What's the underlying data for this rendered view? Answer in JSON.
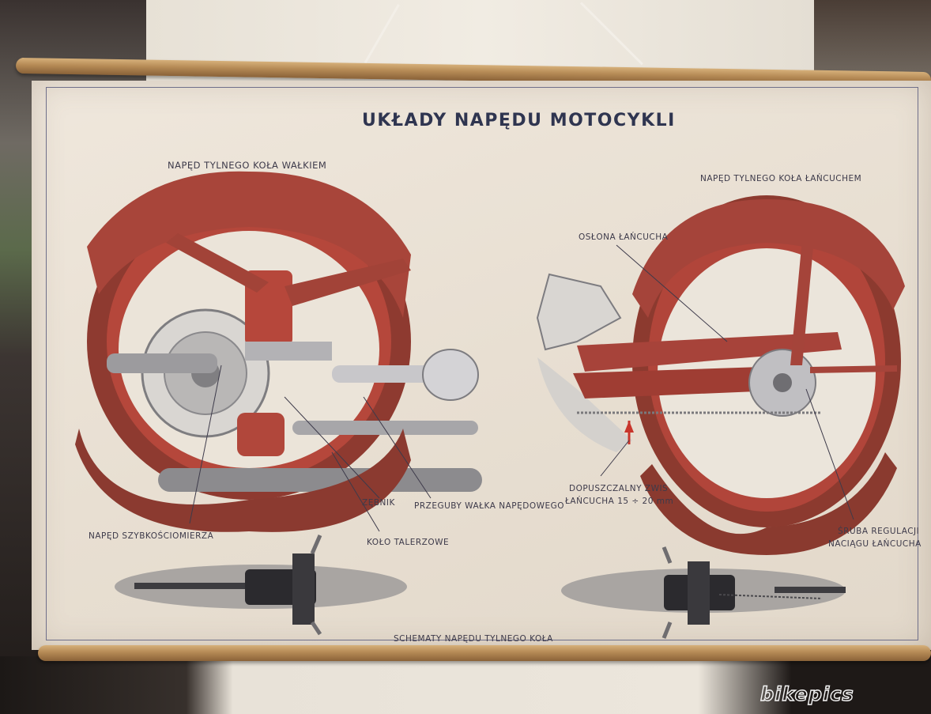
{
  "poster": {
    "title": "UKŁADY NAPĘDU MOTOCYKLI",
    "left_heading": "NAPĘD TYLNEGO KOŁA WAŁKIEM",
    "right_heading": "NAPĘD TYLNEGO KOŁA ŁAŃCUCHEM",
    "bottom_caption": "SCHEMATY NAPĘDU TYLNEGO KOŁA",
    "labels": {
      "oslona": "OSŁONA ŁAŃCUCHA",
      "dopuszczalny_1": "DOPUSZCZALNY ZWIS",
      "dopuszczalny_2": "ŁAŃCUCHA 15 ÷ 20 mm",
      "sruba_1": "ŚRUBA REGULACJI",
      "sruba_2": "NACIĄGU ŁAŃCUCHA",
      "naped_szybko": "NAPĘD SZYBKOŚCIOMIERZA",
      "zebnik": "ZĘBNIK",
      "przeguby": "PRZEGUBY WAŁKA NAPĘDOWEGO",
      "kolo_talerzowe": "KOŁO TALERZOWE"
    }
  },
  "watermark": "bikepics"
}
